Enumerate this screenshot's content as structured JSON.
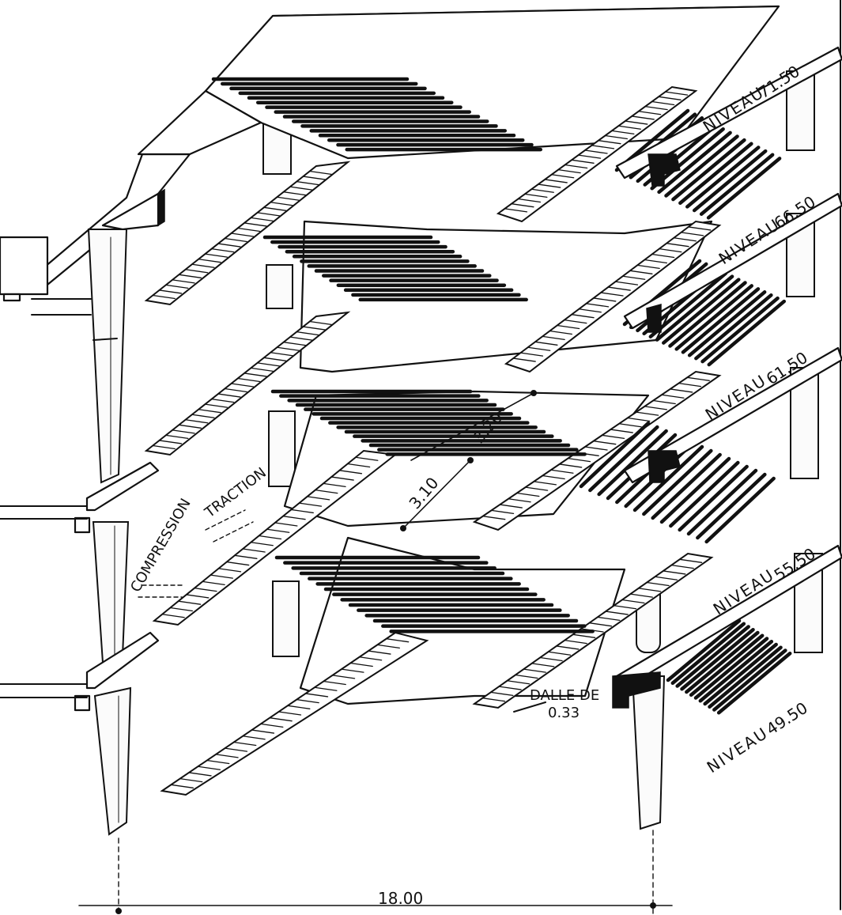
{
  "drawing": {
    "levels": [
      {
        "label": "NIVEAU",
        "value": "71.50"
      },
      {
        "label": "NIVEAU",
        "value": "66.50"
      },
      {
        "label": "NIVEAU",
        "value": "61.50"
      },
      {
        "label": "NIVEAU",
        "value": "55.50"
      },
      {
        "label": "NIVEAU",
        "value": "49.50"
      }
    ],
    "dimensions": {
      "upper_flight": "3.20",
      "lower_flight": "3.10",
      "total_span": "18.00"
    },
    "annotations": {
      "compression": "COMPRESSION",
      "traction": "TRACTION",
      "slab_line1": "DALLE DE",
      "slab_line2": "0.33"
    },
    "colors": {
      "ink": "#111111",
      "paper": "#ffffff"
    }
  }
}
